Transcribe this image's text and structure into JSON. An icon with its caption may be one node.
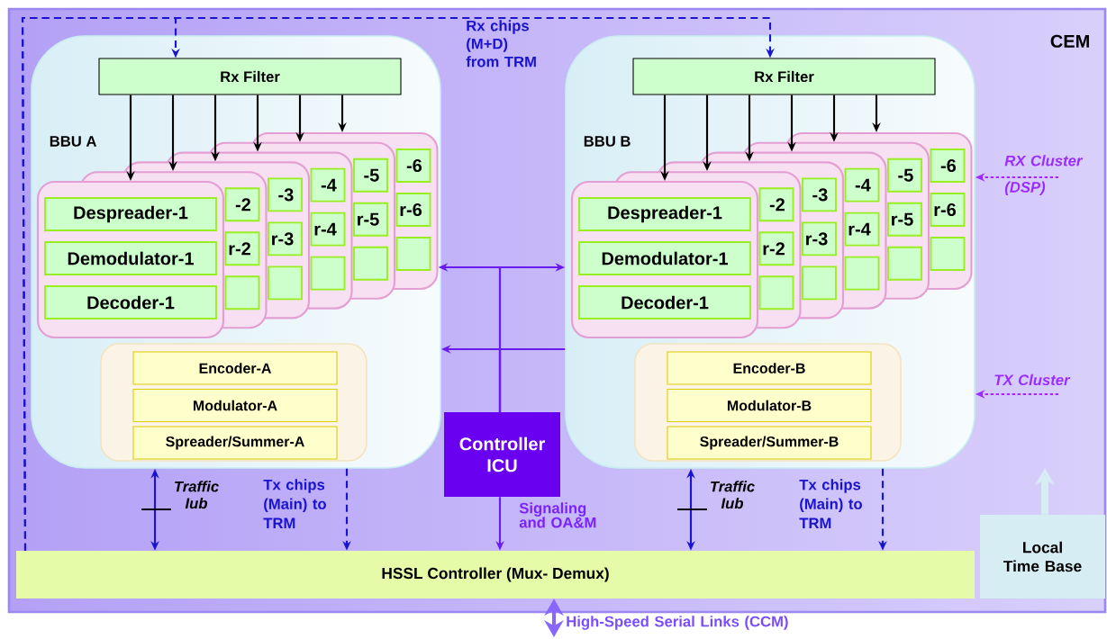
{
  "diagram": {
    "nodes": [
      {
        "text": [
          "CEM"
        ]
      },
      {
        "text": [
          "BBU A"
        ],
        "in": 0
      },
      {
        "text": [
          "Rx Filter"
        ],
        "in": 1
      },
      {
        "text": [],
        "shape": "box",
        "in": 1
      },
      {
        "text": [
          "Despreader-1"
        ],
        "in": 3
      },
      {
        "text": [
          "Demodulator-1"
        ],
        "in": 3
      },
      {
        "text": [
          "Decoder-1"
        ],
        "in": 3
      },
      {
        "text": [],
        "shape": "box",
        "in": 1
      },
      {
        "text": [
          "-2"
        ]
      },
      {
        "text": [
          "r-2"
        ]
      },
      {
        "text": [],
        "shape": "box"
      },
      {
        "text": [],
        "shape": "box",
        "in": 1
      },
      {
        "text": [
          "-3"
        ]
      },
      {
        "text": [
          "r-3"
        ]
      },
      {
        "text": [],
        "shape": "box"
      },
      {
        "text": [],
        "shape": "box",
        "in": 1
      },
      {
        "text": [
          "-4"
        ]
      },
      {
        "text": [
          "r-4"
        ]
      },
      {
        "text": [],
        "shape": "box"
      },
      {
        "text": [],
        "shape": "box",
        "in": 1
      },
      {
        "text": [
          "-5"
        ]
      },
      {
        "text": [
          "r-5"
        ]
      },
      {
        "text": [],
        "shape": "box"
      },
      {
        "text": [],
        "shape": "box",
        "in": 1
      },
      {
        "text": [
          "-6"
        ],
        "in": 23
      },
      {
        "text": [
          "r-6"
        ],
        "in": 23
      },
      {
        "text": [],
        "shape": "box",
        "in": 23
      },
      {
        "text": [],
        "shape": "box",
        "in": 1
      },
      {
        "text": [
          "Encoder-A"
        ],
        "in": 27
      },
      {
        "text": [
          "Modulator-A"
        ],
        "in": 27
      },
      {
        "text": [
          "Spreader/Summer-A"
        ],
        "in": 27
      },
      {
        "text": [
          "BBU B"
        ],
        "in": 0
      },
      {
        "text": [
          "Rx Filter"
        ],
        "in": 31
      },
      {
        "text": [],
        "shape": "box",
        "in": 31
      },
      {
        "text": [
          "Despreader-1"
        ],
        "in": 33
      },
      {
        "text": [
          "Demodulator-1"
        ],
        "in": 33
      },
      {
        "text": [
          "Decoder-1"
        ],
        "in": 33
      },
      {
        "text": [],
        "shape": "box",
        "in": 31
      },
      {
        "text": [
          "-2"
        ]
      },
      {
        "text": [
          "r-2"
        ]
      },
      {
        "text": [],
        "shape": "box"
      },
      {
        "text": [],
        "shape": "box",
        "in": 31
      },
      {
        "text": [
          "-3"
        ]
      },
      {
        "text": [
          "r-3"
        ]
      },
      {
        "text": [],
        "shape": "box"
      },
      {
        "text": [],
        "shape": "box",
        "in": 31
      },
      {
        "text": [
          "-4"
        ]
      },
      {
        "text": [
          "r-4"
        ]
      },
      {
        "text": [],
        "shape": "box"
      },
      {
        "text": [],
        "shape": "box",
        "in": 31
      },
      {
        "text": [
          "-5"
        ]
      },
      {
        "text": [
          "r-5"
        ]
      },
      {
        "text": [],
        "shape": "box"
      },
      {
        "text": [],
        "shape": "box",
        "in": 31
      },
      {
        "text": [
          "-6"
        ],
        "in": 53
      },
      {
        "text": [
          "r-6"
        ],
        "in": 53
      },
      {
        "text": [],
        "shape": "box",
        "in": 53
      },
      {
        "text": [],
        "shape": "box",
        "in": 31
      },
      {
        "text": [
          "Encoder-B"
        ],
        "in": 57
      },
      {
        "text": [
          "Modulator-B"
        ],
        "in": 57
      },
      {
        "text": [
          "Spreader/Summer-B"
        ],
        "in": 57
      },
      {
        "text": [
          "Controller ICU"
        ],
        "in": 0
      },
      {
        "text": [
          "HSSL Controller (Mux- Demux)"
        ],
        "in": 0
      },
      {
        "text": [
          "Local Time Base"
        ],
        "in": 0
      }
    ],
    "edges": [
      {
        "from": 2,
        "to": 3,
        "arrow": "to"
      },
      {
        "from": 2,
        "to": 7,
        "arrow": "to"
      },
      {
        "from": 2,
        "to": 11,
        "arrow": "to"
      },
      {
        "from": 2,
        "to": 15,
        "arrow": "to"
      },
      {
        "from": 2,
        "to": 19,
        "arrow": "to"
      },
      {
        "from": 2,
        "to": 23,
        "arrow": "to"
      },
      {
        "from": 32,
        "to": 33,
        "arrow": "to"
      },
      {
        "from": 32,
        "to": 37,
        "arrow": "to"
      },
      {
        "from": 32,
        "to": 41,
        "arrow": "to"
      },
      {
        "from": 32,
        "to": 45,
        "arrow": "to"
      },
      {
        "from": 32,
        "to": 49,
        "arrow": "to"
      },
      {
        "from": 32,
        "to": 53,
        "arrow": "to"
      },
      {
        "from": 62,
        "to": 2,
        "arrow": "to",
        "style": "dashed",
        "color": "#1a14d0"
      },
      {
        "from": 62,
        "to": 32,
        "arrow": "to",
        "label": "Rx chips (M+D) from TRM",
        "style": "dashed",
        "color": "#1a14d0"
      },
      {
        "from": 61,
        "to": 23,
        "arrow": "to",
        "color": "#6a1bf0"
      },
      {
        "from": 61,
        "to": 31,
        "arrow": "to",
        "color": "#6a1bf0"
      },
      {
        "from": 61,
        "to": 1,
        "arrow": "to",
        "color": "#6a1bf0"
      },
      {
        "from": 61,
        "to": 31,
        "arrow": "none",
        "color": "#6a1bf0"
      },
      {
        "from": 61,
        "to": 62,
        "arrow": "to",
        "label": "Signaling and OA&M",
        "color": "#6a1bf0"
      },
      {
        "from": 1,
        "to": 62,
        "arrow": "both",
        "label": "Traffic Iub",
        "color": "#1a14d0"
      },
      {
        "from": 1,
        "to": 62,
        "arrow": "to",
        "label": "Tx chips (Main) to TRM",
        "style": "dashed",
        "color": "#1a14d0"
      },
      {
        "from": 31,
        "to": 62,
        "arrow": "both",
        "label": "Traffic Iub",
        "color": "#1a14d0"
      },
      {
        "from": 31,
        "to": 62,
        "arrow": "to",
        "label": "Tx chips (Main) to TRM",
        "style": "dashed",
        "color": "#1a14d0"
      },
      {
        "from": null,
        "to": 31,
        "arrow": "to",
        "label": "RX Cluster (DSP)",
        "style": "dashed",
        "color": "#9b2cff"
      },
      {
        "from": null,
        "to": 31,
        "arrow": "to",
        "label": "TX Cluster",
        "style": "dashed",
        "color": "#9b2cff"
      },
      {
        "from": 63,
        "to": null,
        "arrow": "to",
        "style": "thick",
        "color": "#d6eef3"
      },
      {
        "from": 62,
        "to": null,
        "arrow": "both",
        "label": "High-Speed Serial Links (CCM)",
        "style": "thick",
        "color": "#8866ff"
      }
    ]
  }
}
